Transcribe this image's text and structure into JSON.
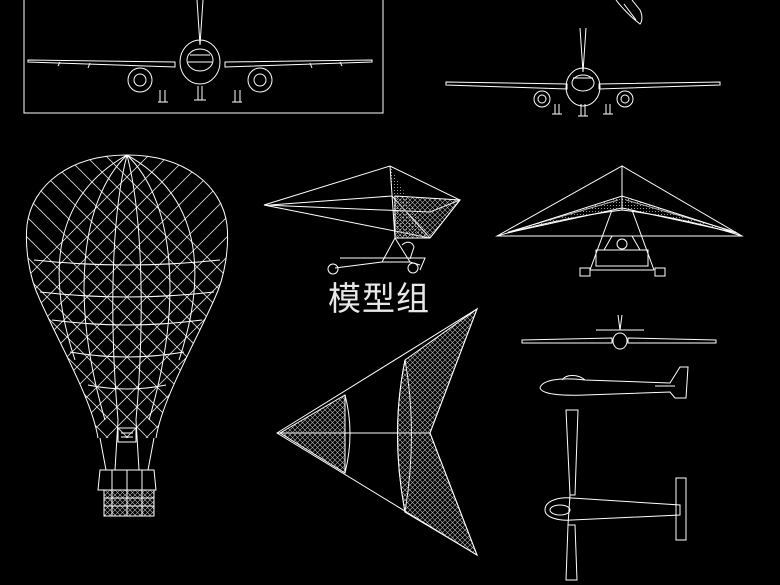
{
  "drawing": {
    "label": "模型组",
    "line_color": "#ffffff",
    "background": "#000000"
  },
  "drawings": [
    "airliner-front-view-framed",
    "glider-nose-partial",
    "airliner-front-view",
    "hot-air-balloon",
    "hang-glider-side-view",
    "hang-glider-front-view",
    "hang-glider-wing-plan-view",
    "glider-front-view",
    "glider-side-view",
    "glider-top-view"
  ]
}
